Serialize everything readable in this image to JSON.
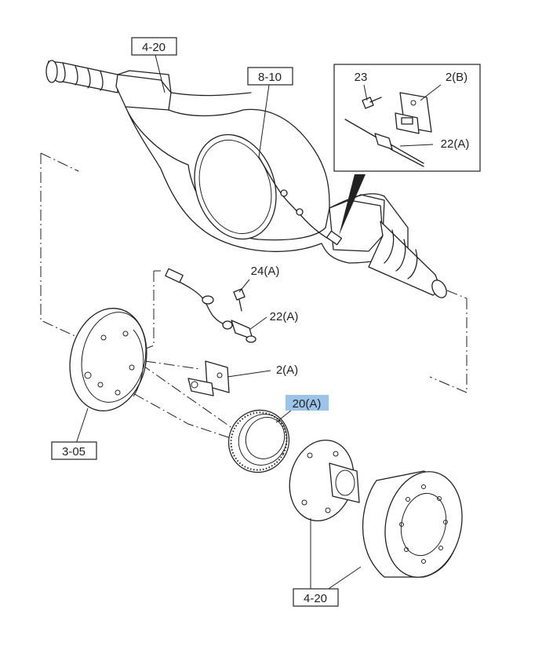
{
  "callouts": {
    "c_4_20_top": "4-20",
    "c_8_10": "8-10",
    "c_3_05": "3-05",
    "c_4_20_bottom": "4-20",
    "c_23": "23",
    "c_2b": "2(B)",
    "c_22a_inset": "22(A)",
    "c_24a": "24(A)",
    "c_22a": "22(A)",
    "c_2a": "2(A)",
    "c_20a": "20(A)"
  },
  "highlight_color": "#9cc3e8"
}
